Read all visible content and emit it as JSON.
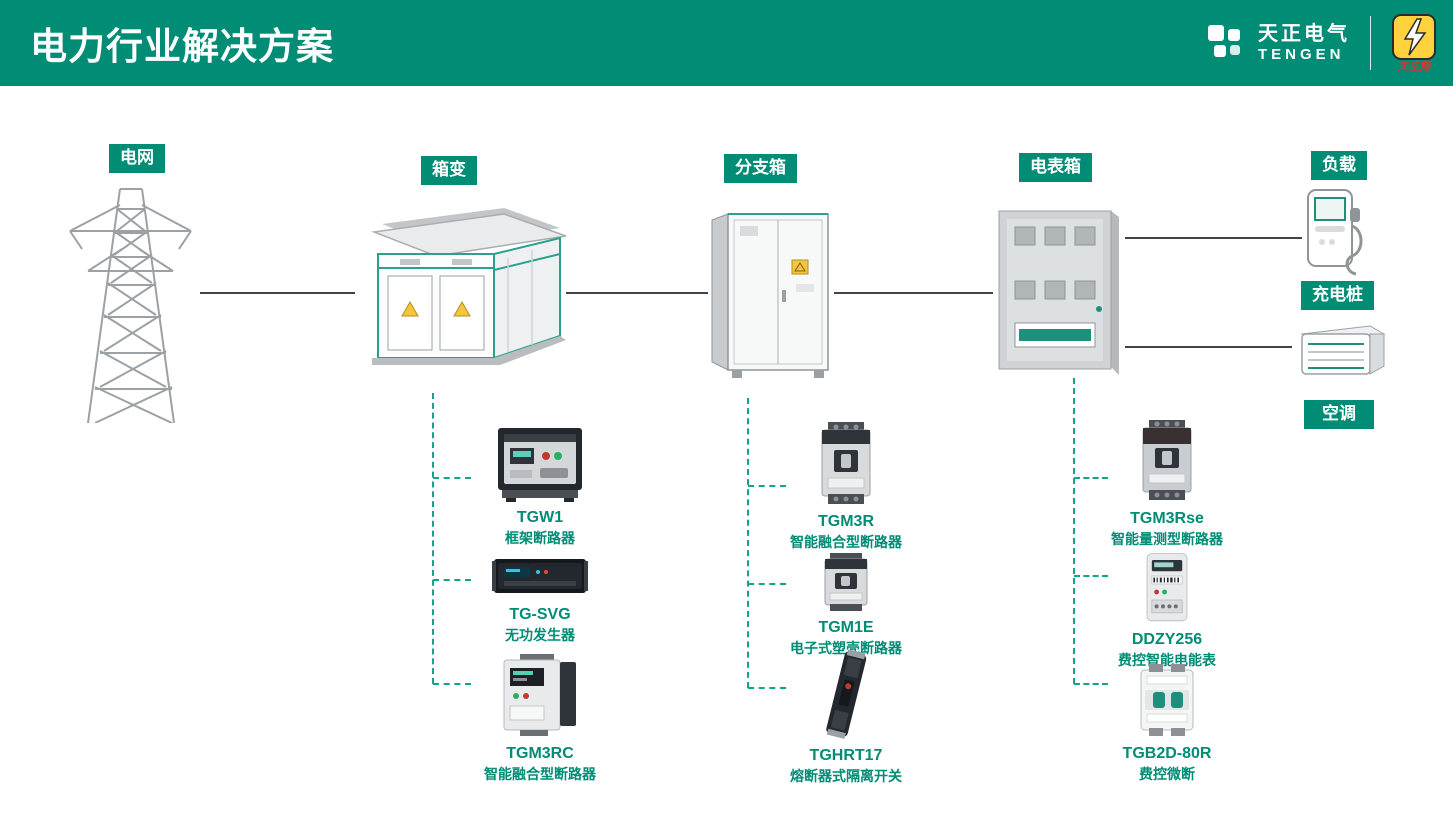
{
  "header": {
    "title": "电力行业解决方案",
    "brand": {
      "cn": "天正电气",
      "en": "TENGEN",
      "mascot": "天正熊"
    }
  },
  "nodes": {
    "grid": {
      "label": "电网",
      "icon": "transmission-tower-icon"
    },
    "transformer": {
      "label": "箱变",
      "icon": "box-transformer-icon"
    },
    "branch": {
      "label": "分支箱",
      "icon": "distribution-cabinet-icon"
    },
    "meter": {
      "label": "电表箱",
      "icon": "meter-panel-icon"
    },
    "load": {
      "label": "负载"
    },
    "charger": {
      "label": "充电桩",
      "icon": "ev-charger-icon"
    },
    "ac": {
      "label": "空调",
      "icon": "air-conditioner-icon"
    }
  },
  "groups": [
    {
      "node": "箱变",
      "items": [
        {
          "model": "TGW1",
          "desc": "框架断路器",
          "icon": "air-circuit-breaker-icon"
        },
        {
          "model": "TG-SVG",
          "desc": "无功发生器",
          "icon": "svg-rack-unit-icon"
        },
        {
          "model": "TGM3RC",
          "desc": "智能融合型断路器",
          "icon": "smart-breaker-module-icon"
        }
      ]
    },
    {
      "node": "分支箱",
      "items": [
        {
          "model": "TGM3R",
          "desc": "智能融合型断路器",
          "icon": "molded-case-breaker-icon"
        },
        {
          "model": "TGM1E",
          "desc": "电子式塑壳断路器",
          "icon": "molded-case-breaker-icon"
        },
        {
          "model": "TGHRT17",
          "desc": "熔断器式隔离开关",
          "icon": "fuse-switch-icon"
        }
      ]
    },
    {
      "node": "电表箱",
      "items": [
        {
          "model": "TGM3Rse",
          "desc": "智能量测型断路器",
          "icon": "molded-case-breaker-icon"
        },
        {
          "model": "DDZY256",
          "desc": "费控智能电能表",
          "icon": "energy-meter-icon"
        },
        {
          "model": "TGB2D-80R",
          "desc": "费控微断",
          "icon": "miniature-breaker-icon"
        }
      ]
    }
  ],
  "colors": {
    "brand_teal": "#008C75",
    "accent_teal": "#14A38B",
    "line_gray": "#3F4449",
    "warning_yellow": "#F6C43D"
  }
}
